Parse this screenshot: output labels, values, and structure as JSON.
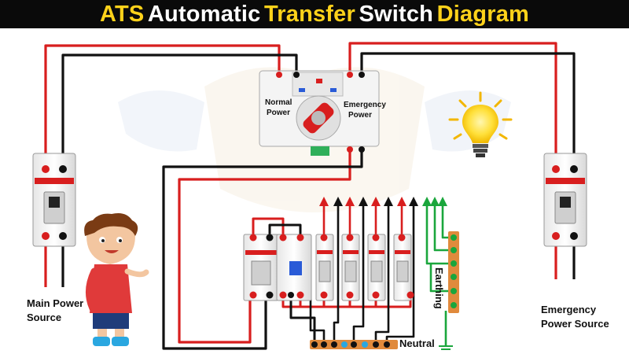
{
  "title": {
    "word1": "ATS",
    "word2": "Automatic",
    "word3": "Transfer",
    "word4": "Switch",
    "word5": "Diagram"
  },
  "labels": {
    "main_power_line1": "Main Power",
    "main_power_line2": "Source",
    "emergency_power_line1": "Emergency",
    "emergency_power_line2": "Power Source",
    "ats_normal_line1": "Normal",
    "ats_normal_line2": "Power",
    "ats_emergency_line1": "Emergency",
    "ats_emergency_line2": "Power",
    "earthing": "Earthing",
    "neutral": "Neutral"
  },
  "colors": {
    "live_wire": "#d81e1e",
    "neutral_wire": "#111111",
    "earth_wire": "#1aa63c",
    "title_accent": "#ffd21a",
    "busbar": "#e08a3c"
  }
}
